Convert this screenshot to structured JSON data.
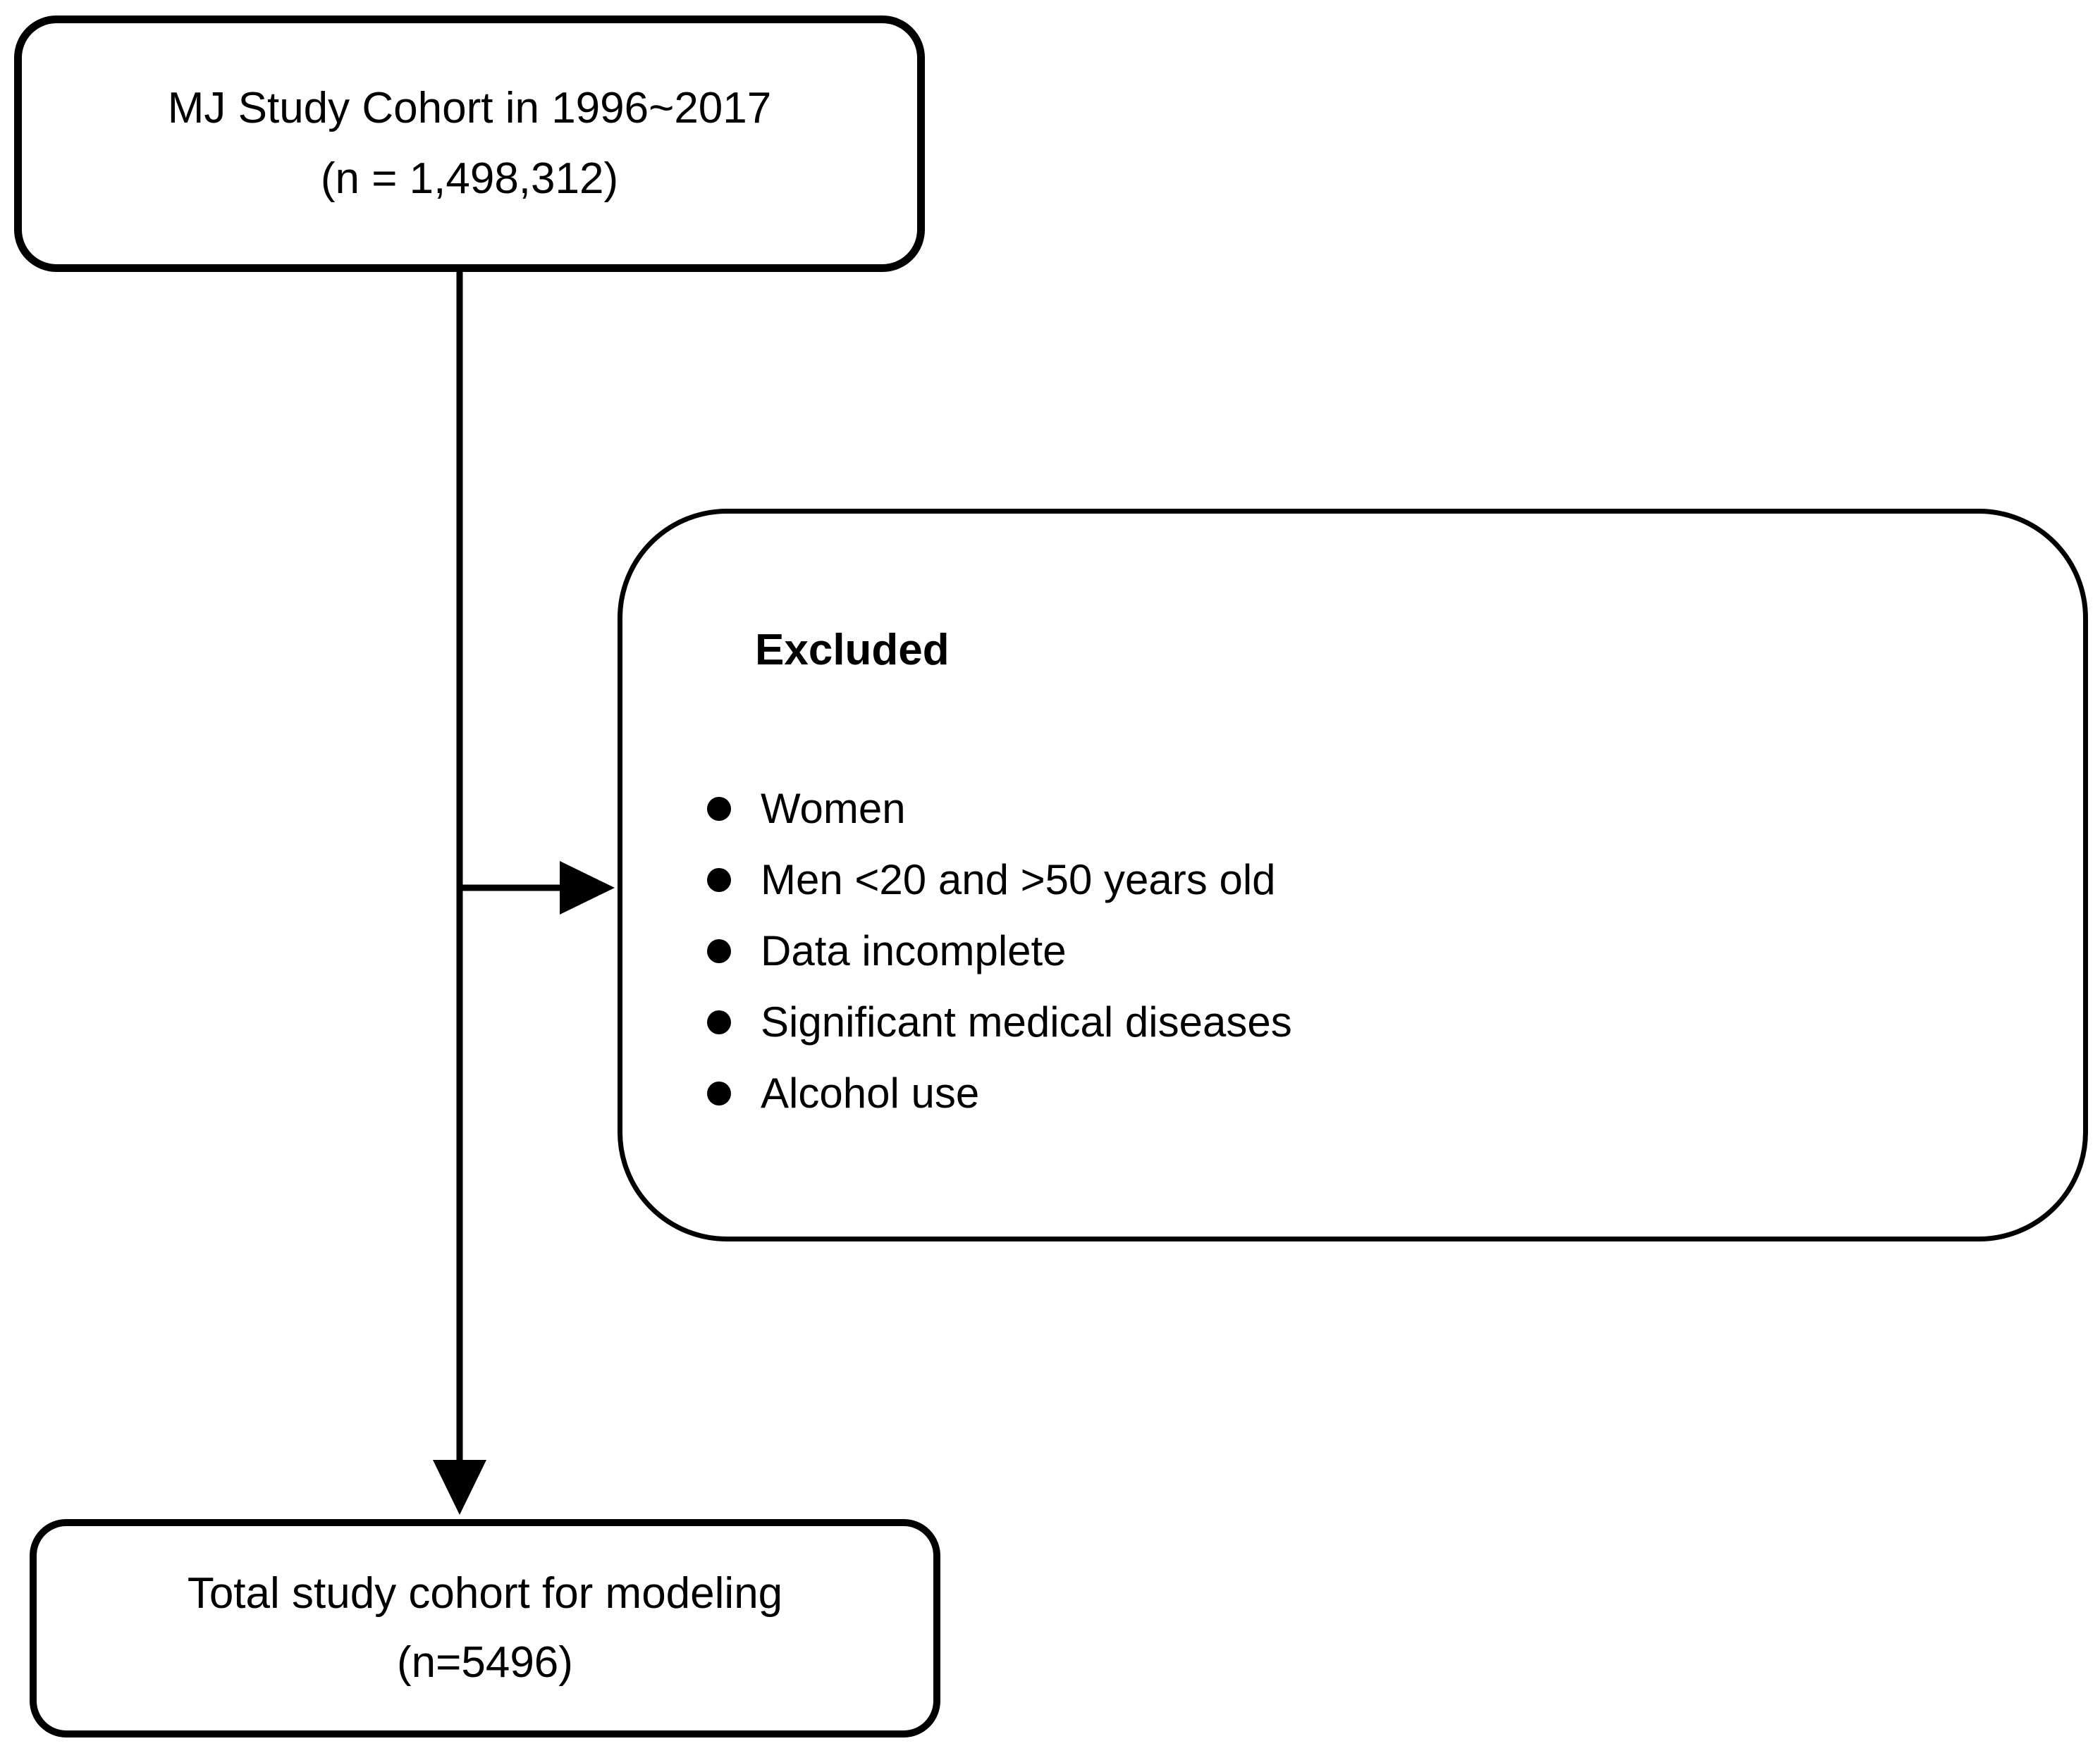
{
  "diagram": {
    "top_box": {
      "line1": "MJ Study Cohort in 1996~2017",
      "line2": "(n = 1,498,312)"
    },
    "excluded_box": {
      "title": "Excluded",
      "items": [
        "Women",
        "Men <20 and >50 years old",
        "Data incomplete",
        "Significant medical diseases",
        "Alcohol use"
      ]
    },
    "bottom_box": {
      "line1": "Total study cohort for modeling",
      "line2": "(n=5496)"
    },
    "colors": {
      "line": "#000000",
      "background": "#ffffff",
      "text": "#000000"
    }
  }
}
